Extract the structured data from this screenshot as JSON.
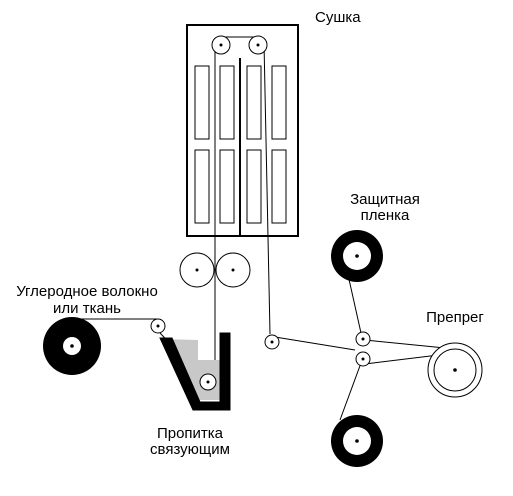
{
  "labels": {
    "drying": "Сушка",
    "fiber_line1": "Углеродное волокно",
    "fiber_line2": "или ткань",
    "film_line1": "Защитная",
    "film_line2": "пленка",
    "prepreg": "Препрег",
    "impreg_line1": "Пропитка",
    "impreg_line2": "связующим"
  },
  "colors": {
    "ink": "#000000",
    "resin": "#c8c8c8",
    "background": "#ffffff"
  },
  "icons": {
    "spool": "filled-roll",
    "roller": "small-circle-with-dot",
    "take_up_roll": "double-circle-with-dot"
  }
}
